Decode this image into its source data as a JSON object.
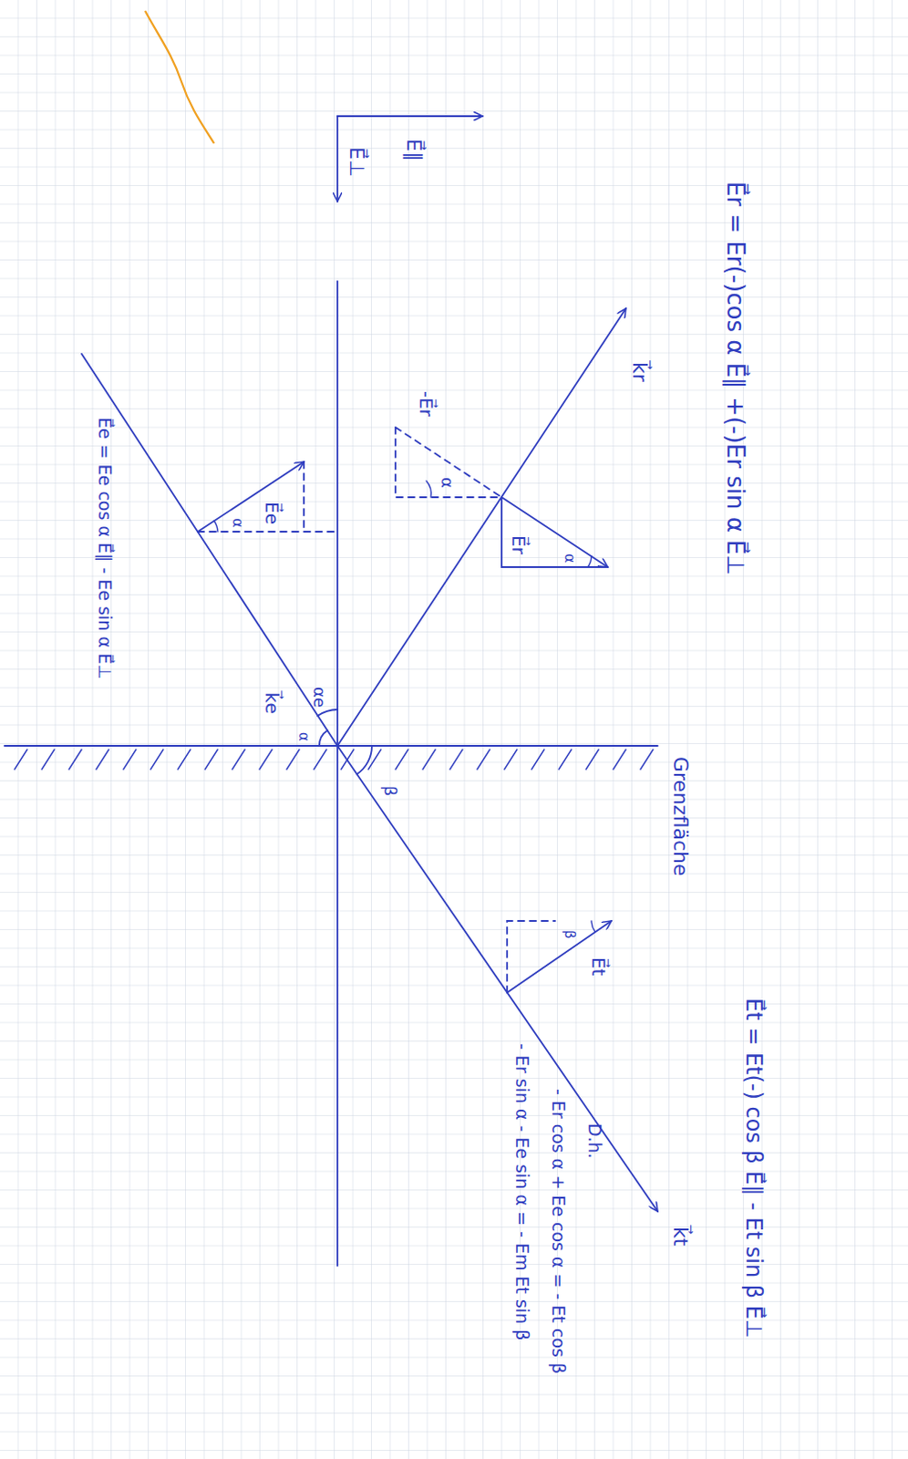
{
  "diagram": {
    "labels": [
      "E⃗⊥",
      "E⃗∥",
      "E⃗r = Er(-)cos α E⃗∥ +(-)Er sin α E⃗⊥",
      "k⃗r",
      "Grenzfläche",
      "E⃗t = Et(-) cos β E⃗∥ - Et sin β E⃗⊥",
      "-E⃗r",
      "α",
      "E⃗r",
      "α",
      "E⃗e",
      "α",
      "αe",
      "α",
      "k⃗e",
      "β",
      "β",
      "E⃗t",
      "k⃗t",
      "E⃗e = Ee cos α E⃗∥ - Ee sin α E⃗⊥",
      "D.h.",
      "- Er cos α + Ee cos α = - Et cos β",
      "- Er sin α - Ee sin α = - Em Et sin β"
    ]
  }
}
